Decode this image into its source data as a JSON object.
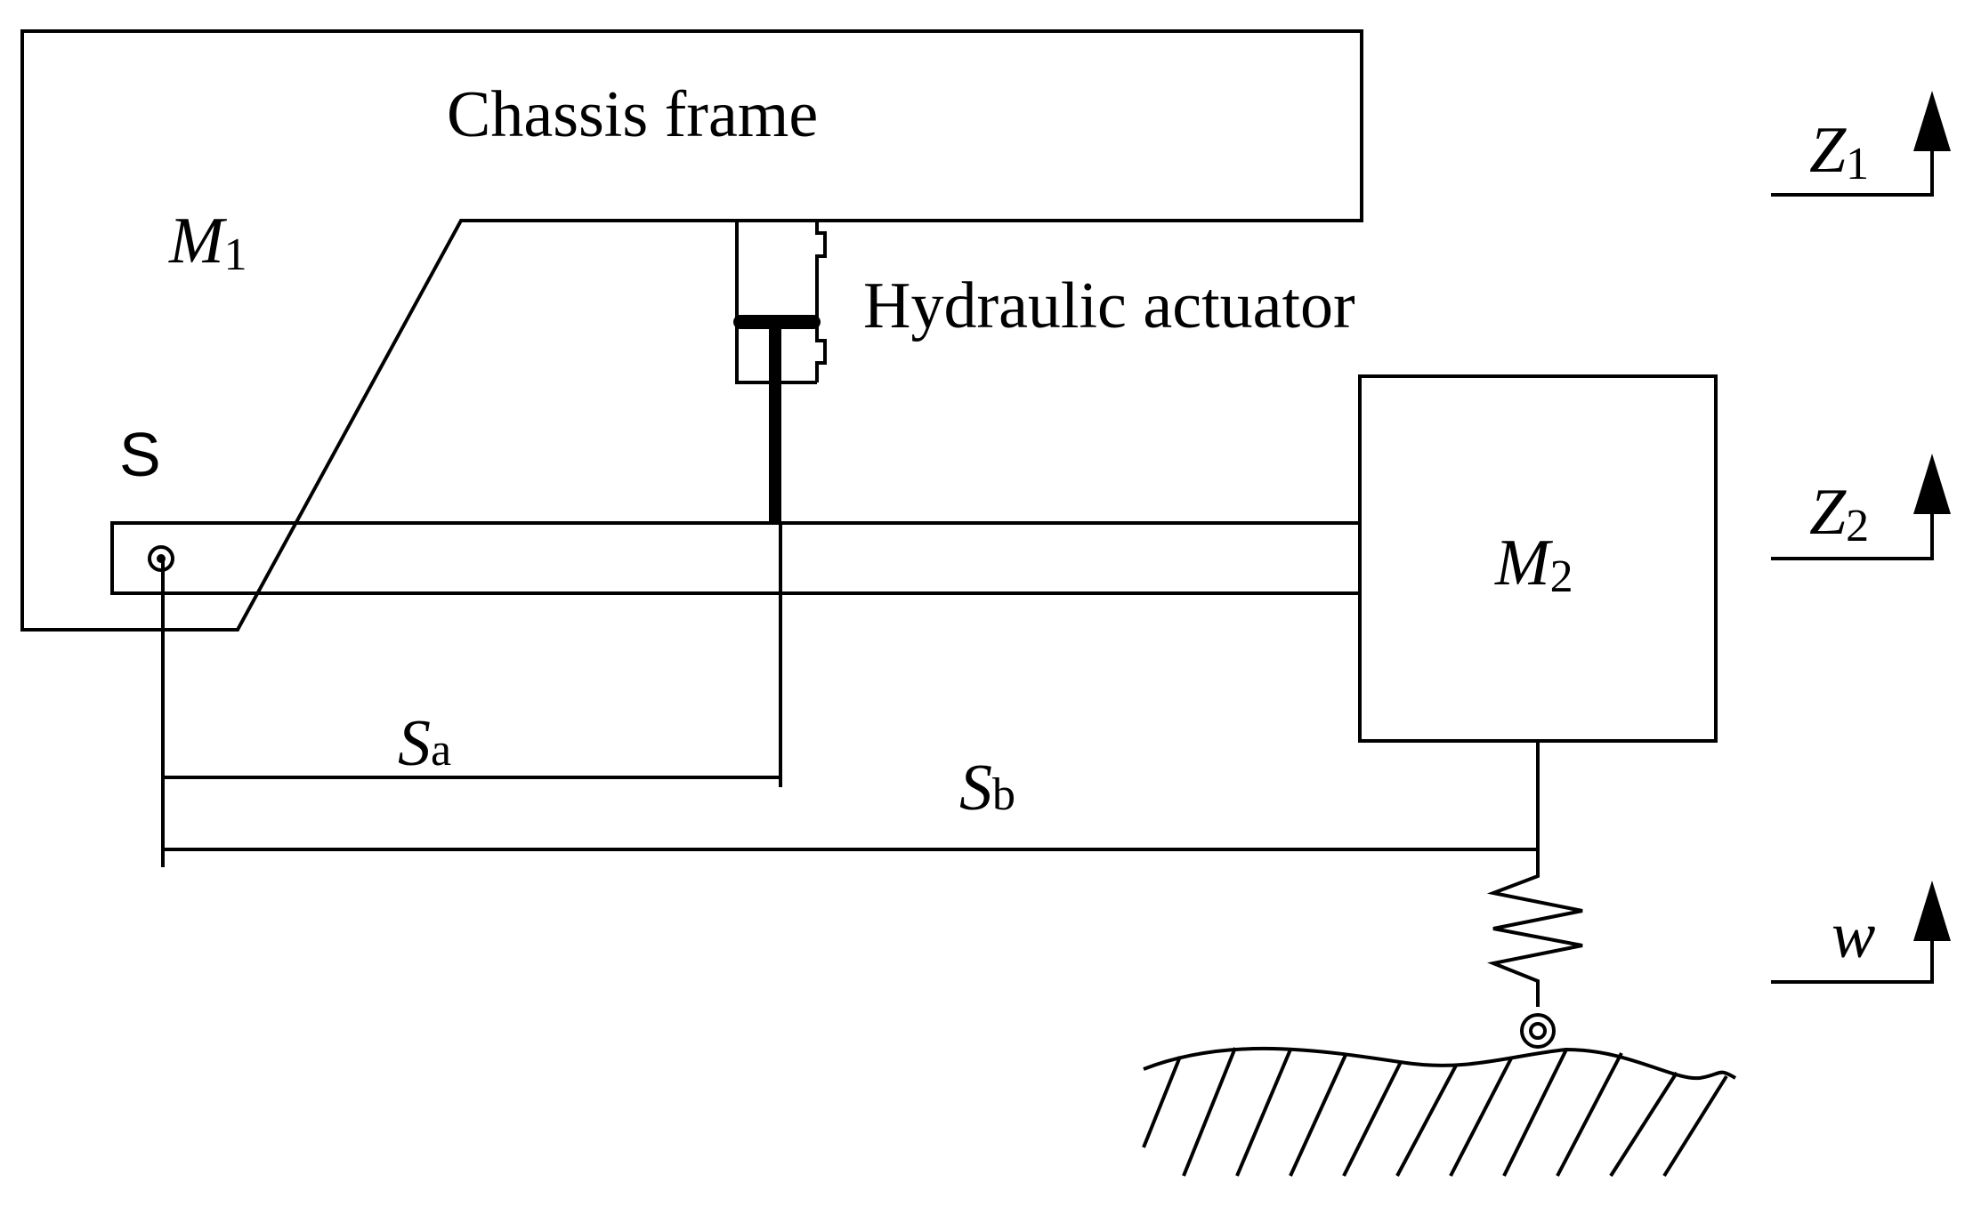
{
  "labels": {
    "chassis": "Chassis frame",
    "actuator": "Hydraulic actuator",
    "pivot": "S",
    "m1": {
      "main": "M",
      "sub": "1"
    },
    "m2": {
      "main": "M",
      "sub": "2"
    },
    "sa": {
      "main": "S",
      "sub": "a"
    },
    "sb": {
      "main": "S",
      "sub": "b"
    },
    "z1": {
      "main": "Z",
      "sub": "1"
    },
    "z2": {
      "main": "Z",
      "sub": "2"
    },
    "w": "w"
  }
}
